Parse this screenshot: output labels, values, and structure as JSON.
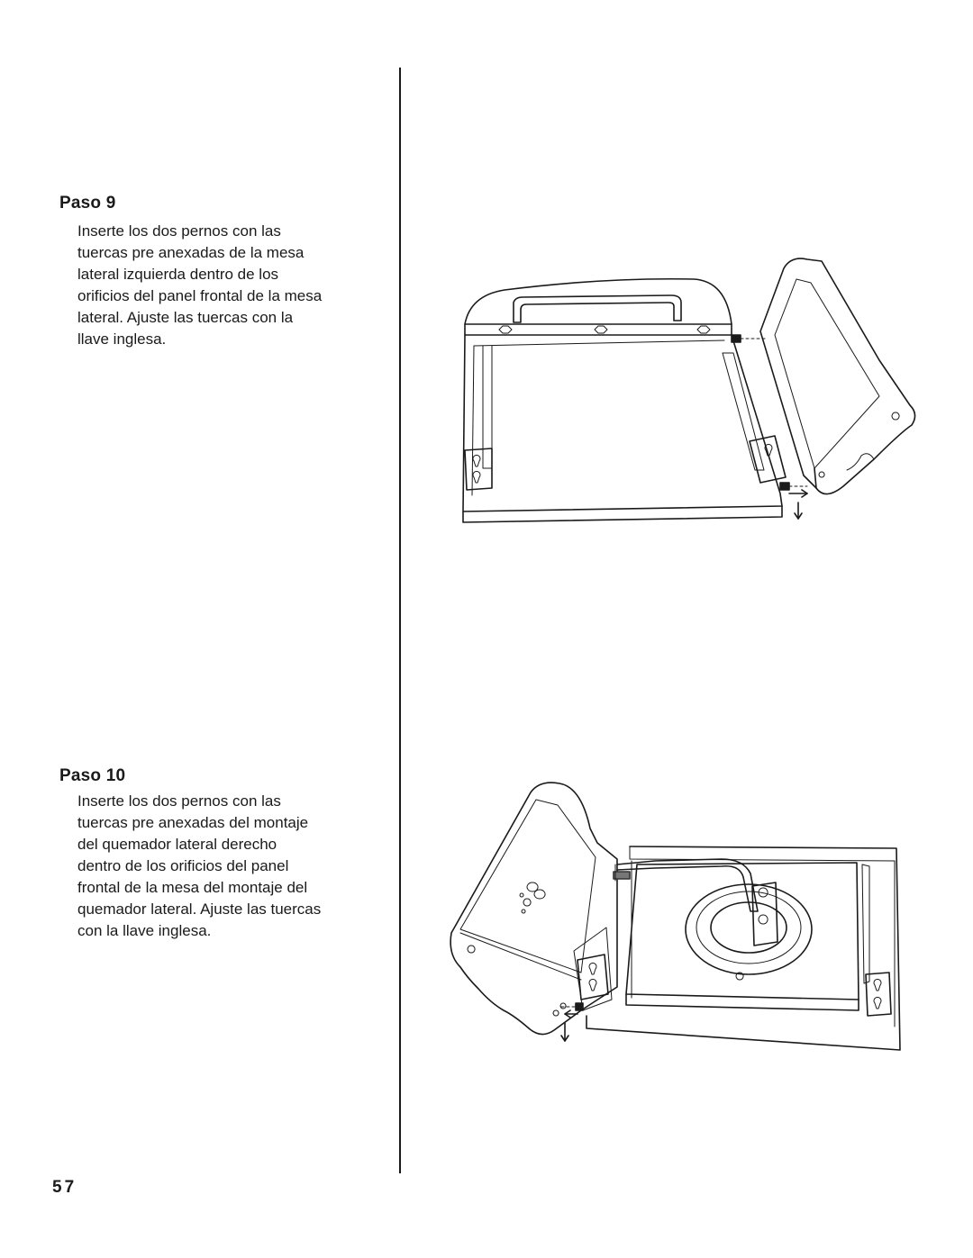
{
  "steps": [
    {
      "title": "Paso 9",
      "text": "Inserte los dos pernos con las\ntuercas pre anexadas de la mesa\nlateral izquierda dentro de los\norificios del panel frontal de la mesa\nlateral. Ajuste las tuercas con la\nllave inglesa."
    },
    {
      "title": "Paso 10",
      "text": "Inserte los dos pernos con las\ntuercas pre anexadas del montaje\ndel quemador lateral derecho\ndentro de los orificios del panel\nfrontal de la mesa del montaje del\nquemador lateral. Ajuste las tuercas\ncon la llave inglesa."
    }
  ],
  "page_number": "57"
}
